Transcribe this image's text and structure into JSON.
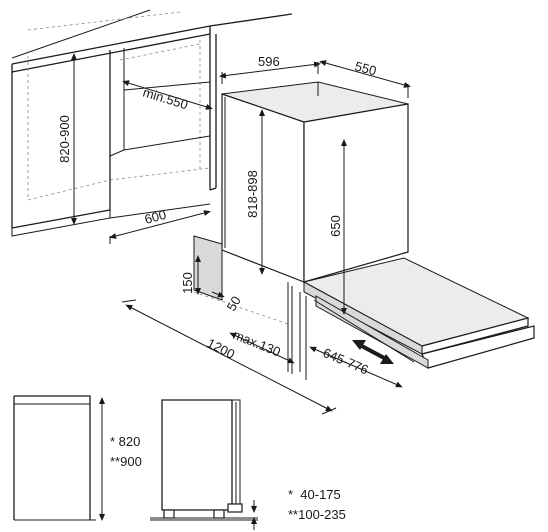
{
  "dimensions": {
    "niche_height": "820-900",
    "niche_depth_min": "min.550",
    "niche_width": "600",
    "appliance_width": "596",
    "appliance_depth": "550",
    "appliance_height": "818-898",
    "door_height": "650",
    "plinth_height": "150",
    "plinth_offset": "50",
    "plinth_max": "max.130",
    "door_open_depth": "645-776",
    "total_depth_open": "1200"
  },
  "side_views": {
    "height_a": "* 820",
    "height_b": "**900"
  },
  "legend": {
    "note_a": "*  40-175",
    "note_b": "**100-235"
  }
}
